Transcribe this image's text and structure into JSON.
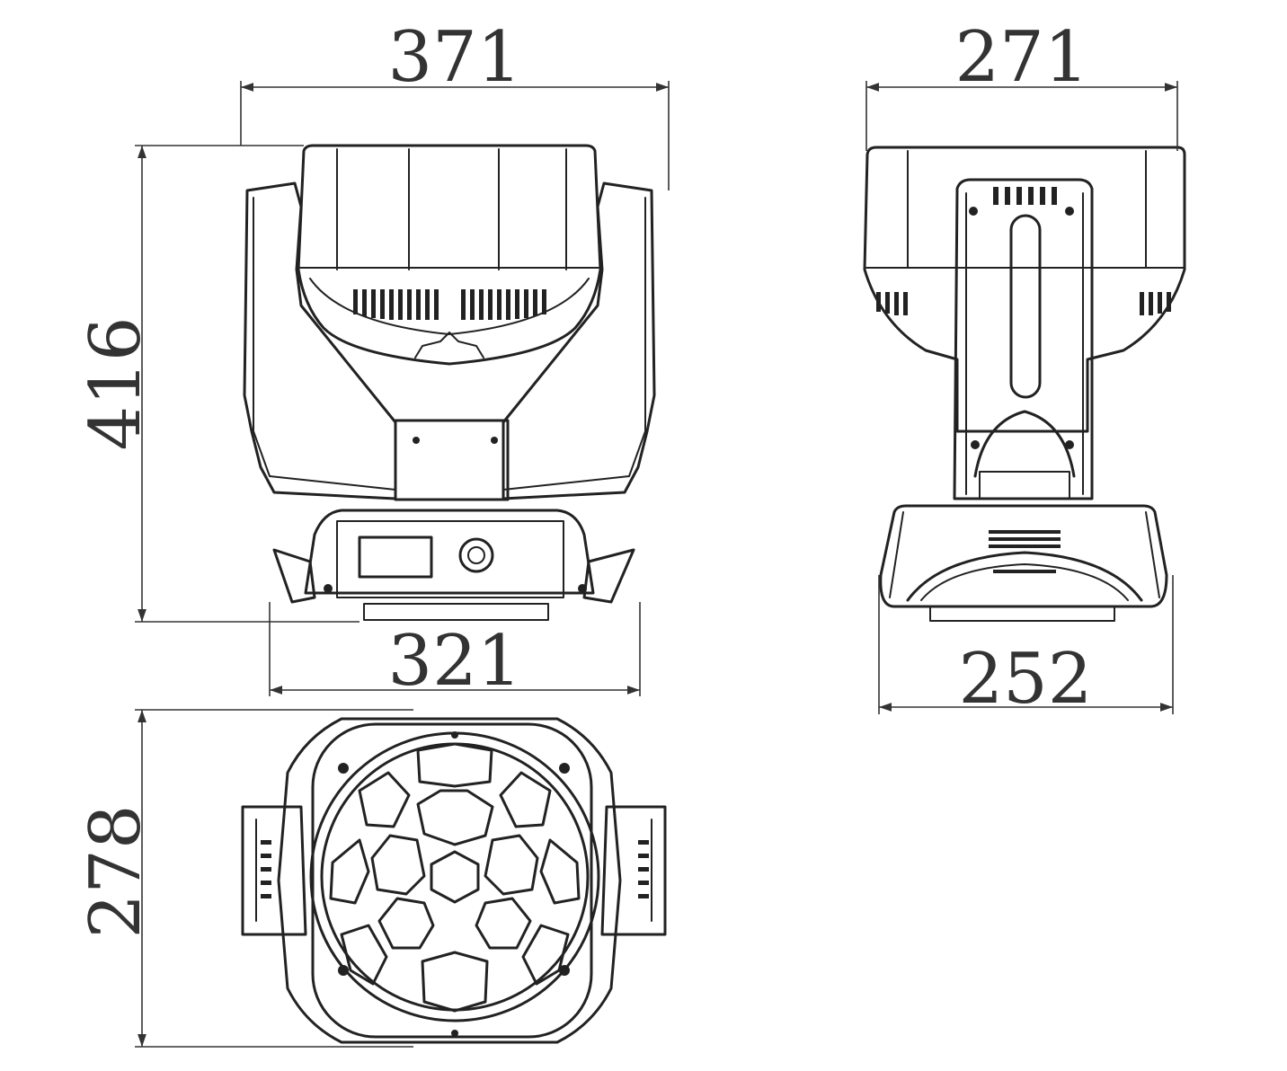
{
  "dimensions": {
    "front_width": "371",
    "front_height": "416",
    "front_base_width": "321",
    "side_width": "271",
    "side_base_width": "252",
    "bottom_height": "278"
  },
  "colors": {
    "line": "#222222",
    "dimension": "#333333",
    "background": "#ffffff"
  }
}
